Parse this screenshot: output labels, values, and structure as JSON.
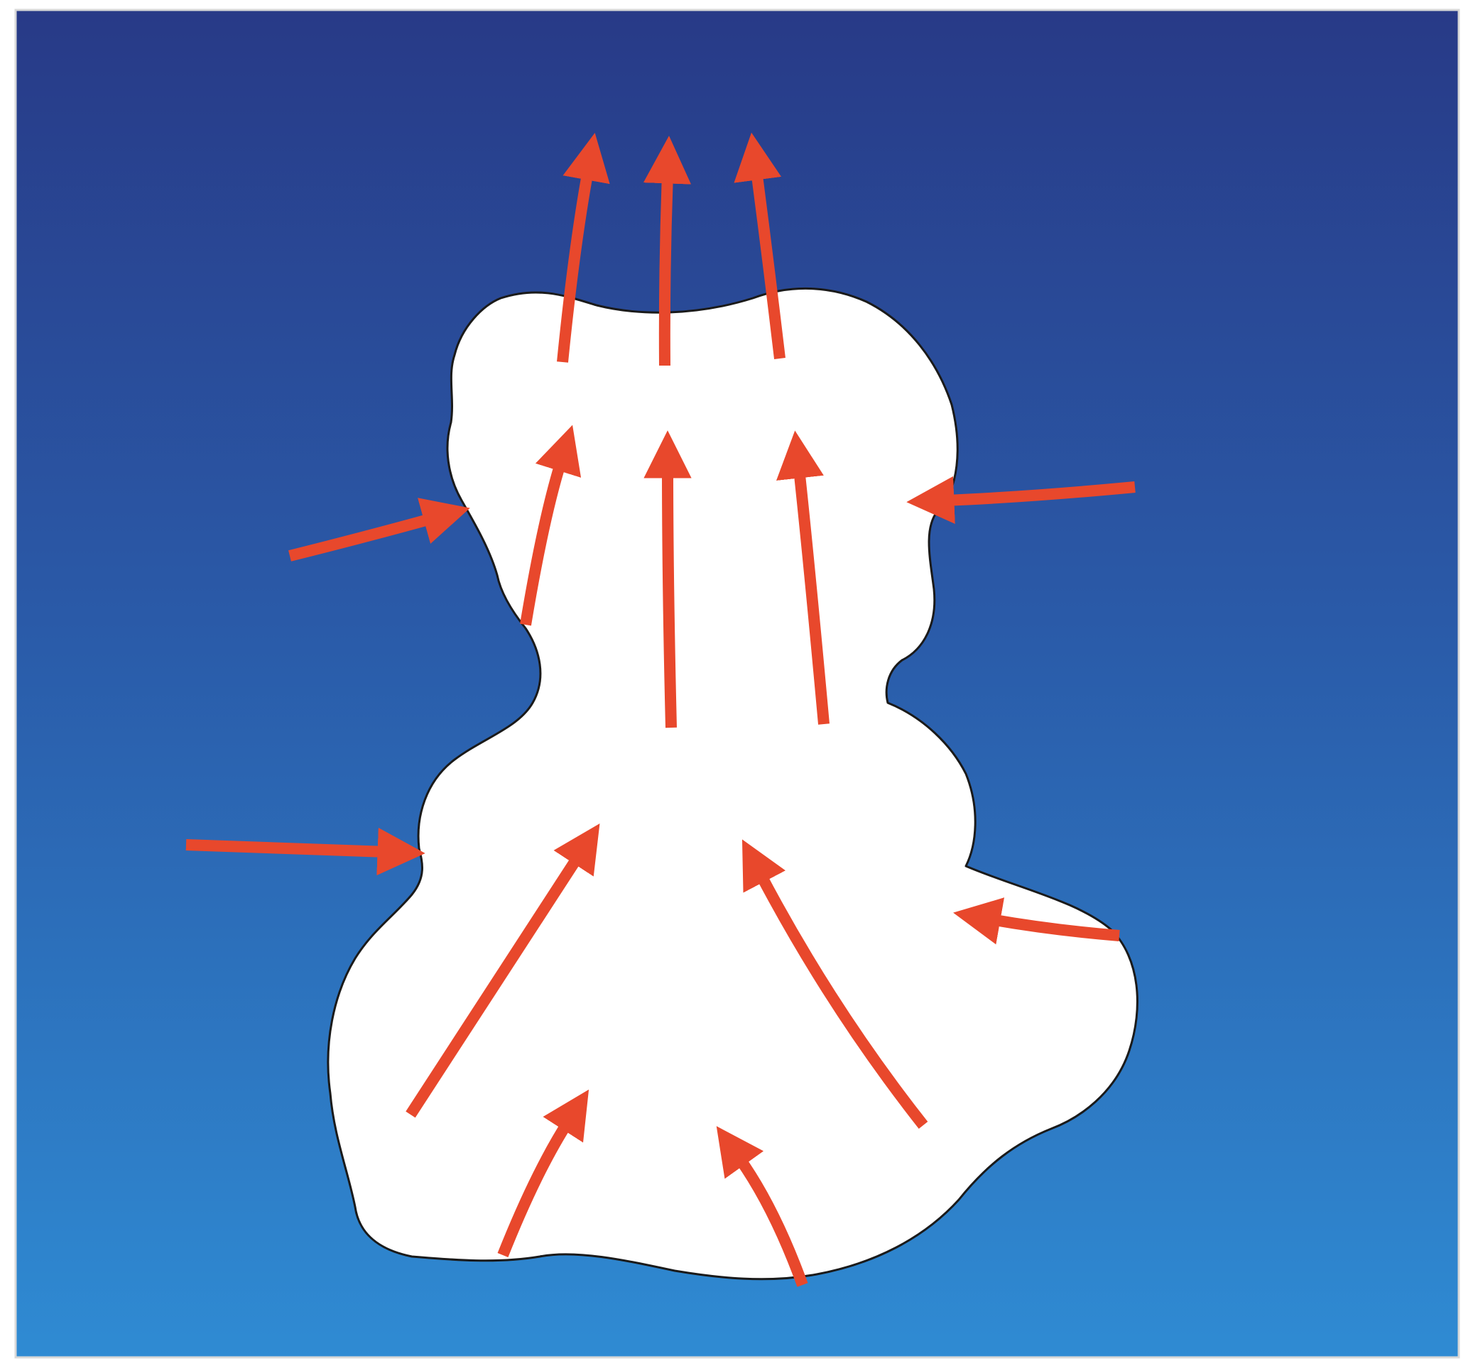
{
  "diagram": {
    "kind": "cloud-updraft-airflow",
    "colors": {
      "sky_top": "#283a87",
      "sky_bottom": "#2f8bd3",
      "cloud_fill": "#ffffff",
      "cloud_outline": "#1a1a1a",
      "arrow": "#e8482c",
      "frame_border": "#d8d8d8"
    },
    "arrows": [
      {
        "name": "outflow-arrow-1",
        "group": "outflow"
      },
      {
        "name": "outflow-arrow-2",
        "group": "outflow"
      },
      {
        "name": "outflow-arrow-3",
        "group": "outflow"
      },
      {
        "name": "middle-updraft-arrow-1",
        "group": "updraft"
      },
      {
        "name": "middle-updraft-arrow-2",
        "group": "updraft"
      },
      {
        "name": "middle-updraft-arrow-3",
        "group": "updraft"
      },
      {
        "name": "lower-updraft-arrow-left",
        "group": "updraft"
      },
      {
        "name": "lower-updraft-arrow-right",
        "group": "updraft"
      },
      {
        "name": "base-inflow-arrow-left",
        "group": "inflow"
      },
      {
        "name": "base-inflow-arrow-right",
        "group": "inflow"
      },
      {
        "name": "entrainment-arrow-upper-left",
        "group": "entrainment"
      },
      {
        "name": "entrainment-arrow-upper-right",
        "group": "entrainment"
      },
      {
        "name": "entrainment-arrow-lower-left",
        "group": "entrainment"
      },
      {
        "name": "entrainment-arrow-lower-right",
        "group": "entrainment"
      }
    ]
  }
}
